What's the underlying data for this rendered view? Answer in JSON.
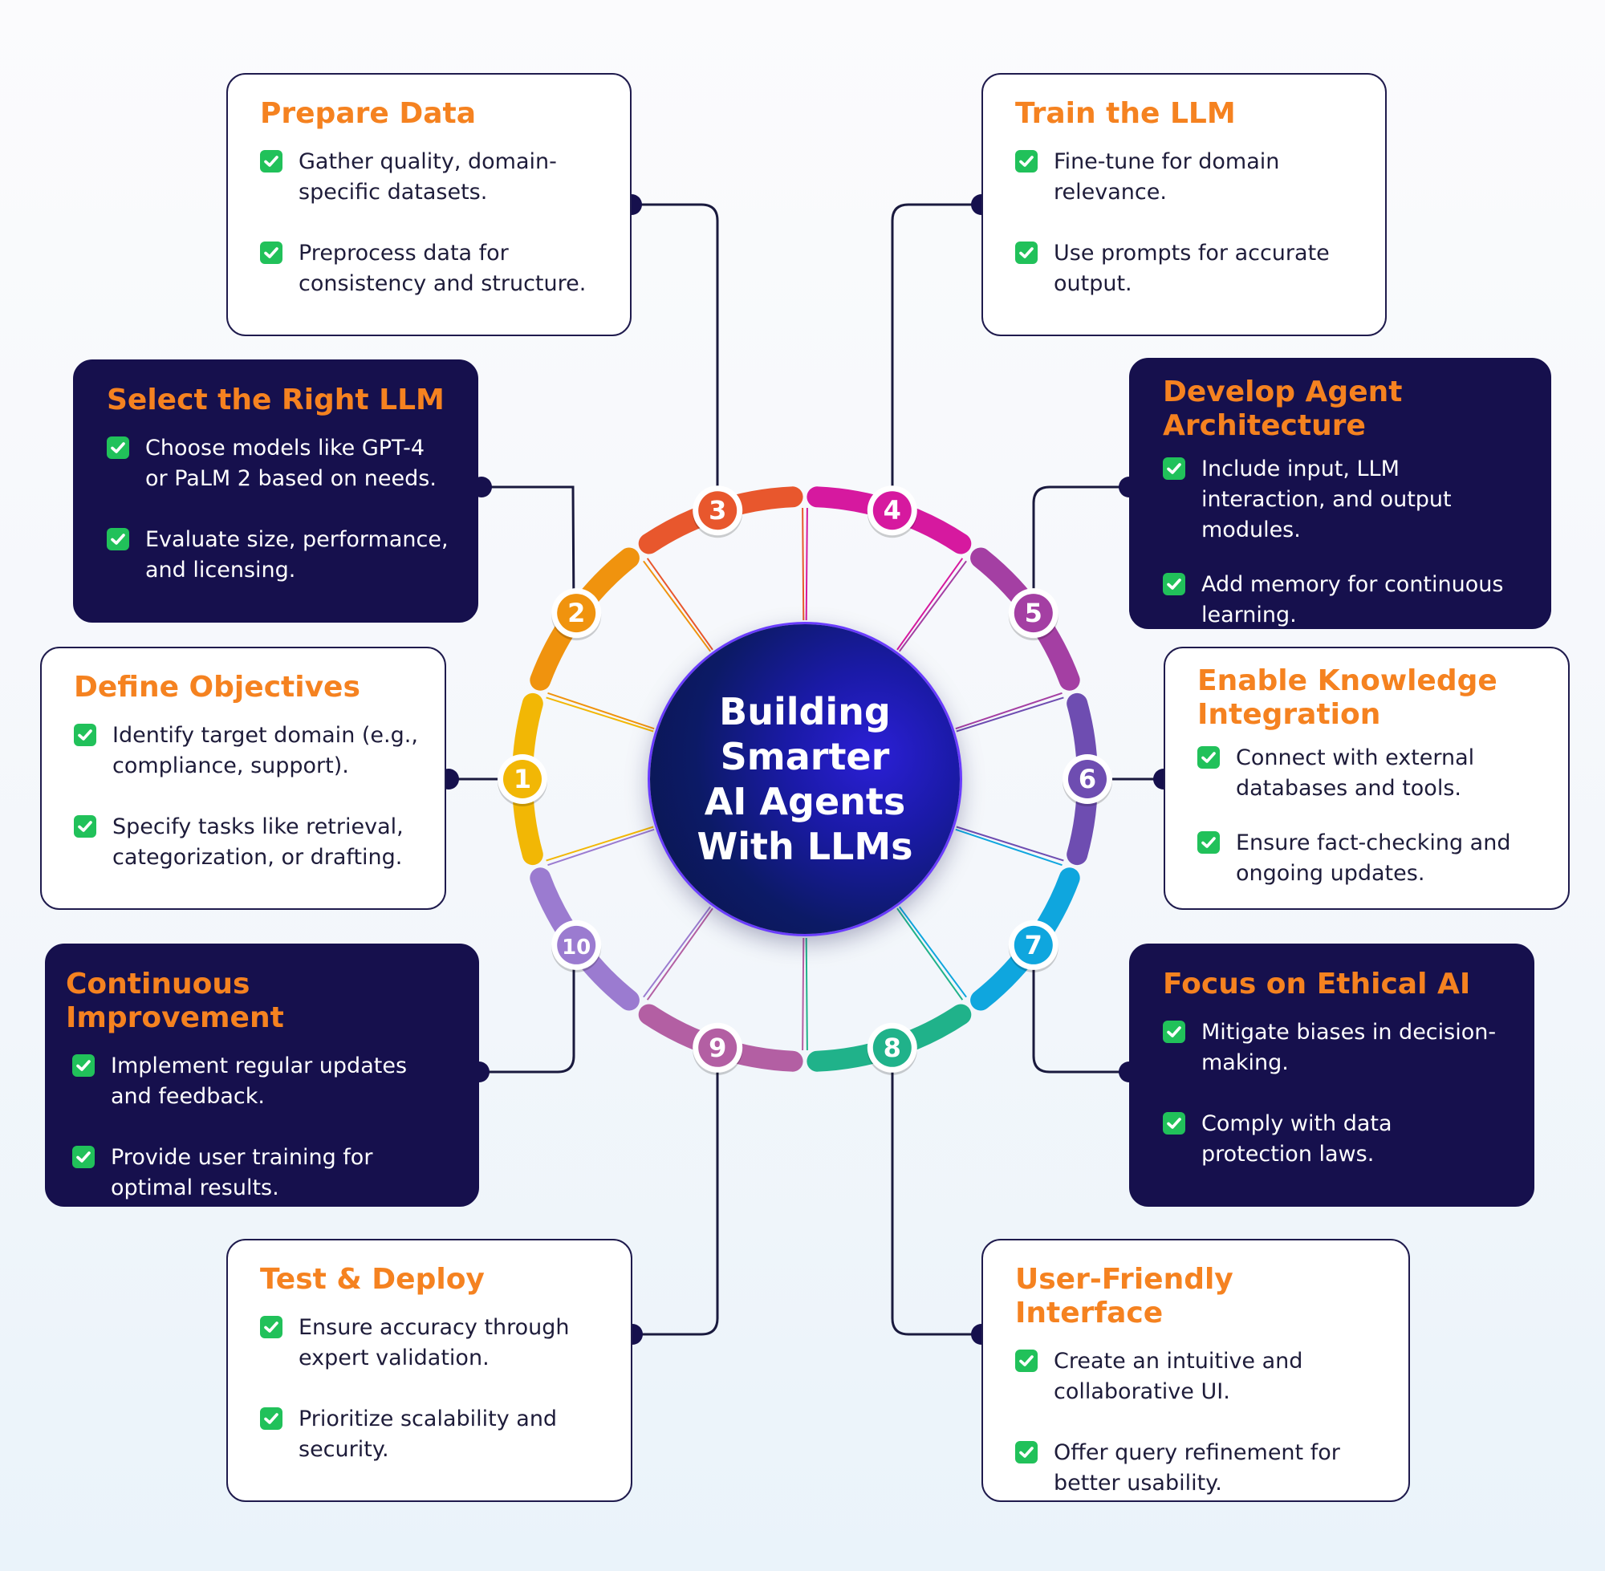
{
  "hub": {
    "lines": [
      "Building",
      "Smarter",
      "AI Agents",
      "With LLMs"
    ]
  },
  "steps": [
    {
      "num": "1",
      "color": "#f2b705"
    },
    {
      "num": "2",
      "color": "#f0930e"
    },
    {
      "num": "3",
      "color": "#e8572d"
    },
    {
      "num": "4",
      "color": "#d6199f"
    },
    {
      "num": "5",
      "color": "#a43fa3"
    },
    {
      "num": "6",
      "color": "#6e4db1"
    },
    {
      "num": "7",
      "color": "#0fa6de"
    },
    {
      "num": "8",
      "color": "#20b28a"
    },
    {
      "num": "9",
      "color": "#b35fa3"
    },
    {
      "num": "10",
      "color": "#9b7bd0"
    }
  ],
  "cards": {
    "define": {
      "title": "Define Objectives",
      "b1": "Identify target domain (e.g., compliance, support).",
      "b2": "Specify tasks like retrieval, categorization, or drafting."
    },
    "select": {
      "title": "Select the Right LLM",
      "b1": "Choose models like GPT-4 or PaLM 2 based on needs.",
      "b2": "Evaluate size, performance, and licensing."
    },
    "prepare": {
      "title": "Prepare Data",
      "b1": "Gather quality, domain-specific datasets.",
      "b2": "Preprocess data for consistency and structure."
    },
    "train": {
      "title": "Train the LLM",
      "b1": "Fine-tune for domain relevance.",
      "b2": "Use prompts for accurate output."
    },
    "develop": {
      "title": "Develop Agent Architecture",
      "b1": "Include input, LLM interaction, and output modules.",
      "b2": "Add memory for continuous learning."
    },
    "knowledge": {
      "title": "Enable Knowledge Integration",
      "b1": "Connect with external databases and tools.",
      "b2": "Ensure fact-checking and ongoing updates."
    },
    "ethical": {
      "title": "Focus on Ethical AI",
      "b1": "Mitigate biases in decision-making.",
      "b2": "Comply with data protection laws."
    },
    "ui": {
      "title": "User-Friendly Interface",
      "b1": "Create an intuitive and collaborative UI.",
      "b2": "Offer query refinement for better usability."
    },
    "test": {
      "title": "Test & Deploy",
      "b1": "Ensure accuracy through expert validation.",
      "b2": "Prioritize scalability and security."
    },
    "improve": {
      "title": "Continuous Improvement",
      "b1": "Implement regular updates and feedback.",
      "b2": "Provide user training for optimal results."
    }
  },
  "colors": {
    "accent": "#f58220",
    "navy": "#16104d",
    "check": "#21c15a"
  }
}
